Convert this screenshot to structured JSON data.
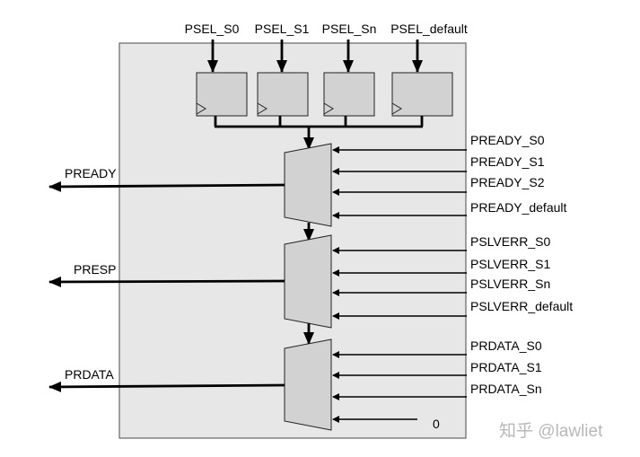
{
  "top_inputs": [
    "PSEL_S0",
    "PSEL_S1",
    "PSEL_Sn",
    "PSEL_default"
  ],
  "muxes": [
    {
      "output": "PREADY",
      "inputs": [
        "PREADY_S0",
        "PREADY_S1",
        "PREADY_S2",
        "PREADY_default"
      ]
    },
    {
      "output": "PRESP",
      "inputs": [
        "PSLVERR_S0",
        "PSLVERR_S1",
        "PSLVERR_Sn",
        "PSLVERR_default"
      ]
    },
    {
      "output": "PRDATA",
      "inputs": [
        "PRDATA_S0",
        "PRDATA_S1",
        "PRDATA_Sn",
        "0"
      ]
    }
  ],
  "watermark": "知乎 @lawliet"
}
